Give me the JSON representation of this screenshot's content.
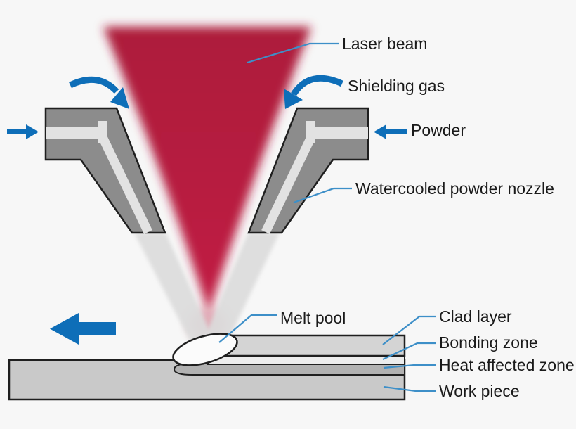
{
  "diagram": {
    "type": "process-schematic",
    "subject": "laser cladding with powder injection",
    "labels": {
      "laser_beam": "Laser beam",
      "shielding_gas": "Shielding gas",
      "powder": "Powder",
      "nozzle": "Watercooled powder nozzle",
      "melt_pool": "Melt pool",
      "clad_layer": "Clad layer",
      "bonding_zone": "Bonding zone",
      "heat_affected_zone": "Heat affected zone",
      "work_piece": "Work piece"
    },
    "colors": {
      "laser_beam_red": "#b71e40",
      "laser_tip_glow": "#c4526a",
      "arrow_blue": "#0e6eb8",
      "leader_line_blue": "#3d8fc8",
      "nozzle_gray": "#8c8c8c",
      "powder_channel_gray": "#e2e2e2",
      "powder_stream_gray": "#dcdcdc",
      "work_piece_gray": "#c9c9c9",
      "clad_layer_gray": "#d4d4d4",
      "bonding_zone_light": "#ececec",
      "heat_affected_zone_gray": "#b1b1b1",
      "melt_pool_white": "#fbfbfb",
      "outline_black": "#1f1f1f",
      "text_black": "#1a1a1a",
      "background": "#f7f7f7"
    },
    "arrows": {
      "travel_direction": "left",
      "powder_feed_left": "into left nozzle (pointing right)",
      "powder_feed_right": "into right nozzle (pointing left)",
      "shielding_gas_left": "curved arrow toward beam (down-right)",
      "shielding_gas_right": "curved arrow toward beam (down-left)"
    }
  }
}
